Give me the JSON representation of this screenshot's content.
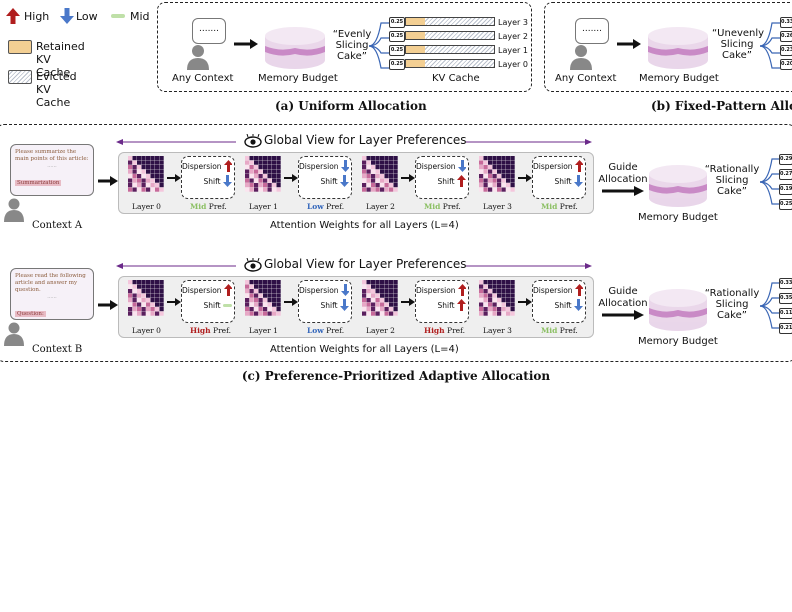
{
  "legend": {
    "high": "High",
    "low": "Low",
    "mid": "Mid",
    "retained": "Retained KV Cache",
    "evicted": "Evicted KV Cache"
  },
  "panel_a": {
    "context": "Any Context",
    "budget": "Memory Budget",
    "quote": "“Evenly Slicing Cake”",
    "kv": "KV Cache",
    "caption": "(a) Uniform Allocation",
    "layers": [
      {
        "label": "Layer 3",
        "val": "0.25"
      },
      {
        "label": "Layer 2",
        "val": "0.25"
      },
      {
        "label": "Layer 1",
        "val": "0.25"
      },
      {
        "label": "Layer 0",
        "val": "0.25"
      }
    ]
  },
  "panel_b": {
    "context": "Any Context",
    "budget": "Memory Budget",
    "quote": "“Unevenly Slicing Cake”",
    "caption": "(b) Fixed-Pattern Allo",
    "vals": [
      "0.33",
      "0.26",
      "0.23",
      "0.20"
    ]
  },
  "panel_c": {
    "caption": "(c) Preference-Prioritized Adaptive Allocation",
    "global_view": "Global View for Layer Preferences",
    "attention": "Attention Weights for all Layers (L=4)",
    "dispersion": "Dispersion",
    "shift": "Shift",
    "pref": "Pref.",
    "guide": "Guide Allocation",
    "budget": "Memory Budget",
    "quote": "“Rationally Slicing Cake”",
    "rows": [
      {
        "context": "Context A",
        "text": "Please summarize the main points of this article:",
        "dots": "......",
        "tag": "Summarization",
        "layers": [
          {
            "name": "Layer 0",
            "pref": "Mid"
          },
          {
            "name": "Layer 1",
            "pref": "Low"
          },
          {
            "name": "Layer 2",
            "pref": "Mid"
          },
          {
            "name": "Layer 3",
            "pref": "Mid"
          }
        ],
        "vals": [
          "0.29",
          "0.27",
          "0.19",
          "0.25"
        ]
      },
      {
        "context": "Context B",
        "text": "Please read the following article and answer my question.",
        "dots": "......",
        "tag": "Question:",
        "layers": [
          {
            "name": "Layer 0",
            "pref": "High"
          },
          {
            "name": "Layer 1",
            "pref": "Low"
          },
          {
            "name": "Layer 2",
            "pref": "High"
          },
          {
            "name": "Layer 3",
            "pref": "Mid"
          }
        ],
        "vals": [
          "0.33",
          "0.35",
          "0.11",
          "0.21"
        ]
      }
    ]
  }
}
